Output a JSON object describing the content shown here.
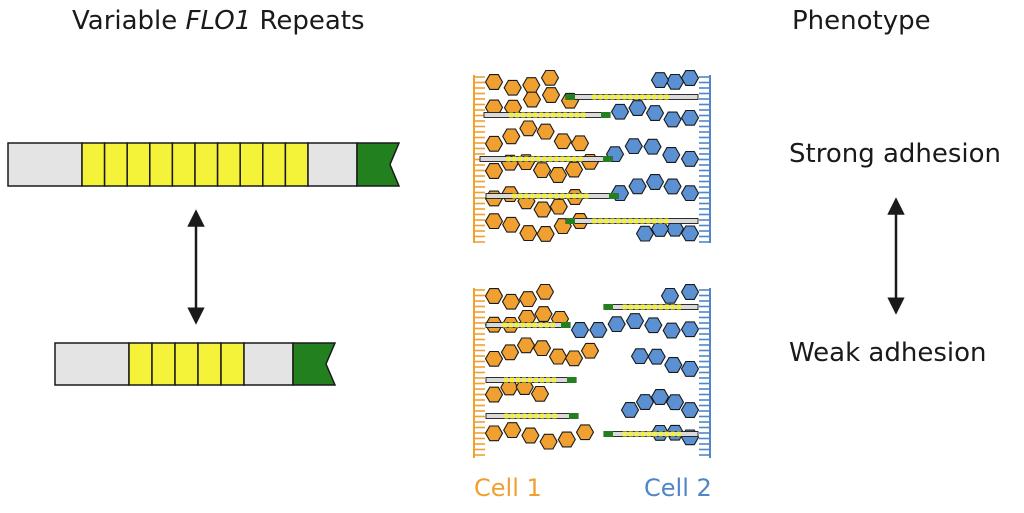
{
  "titles": {
    "left_prefix": "Variable ",
    "left_gene": "FLO1",
    "left_suffix": " Repeats",
    "right": "Phenotype"
  },
  "phenotypes": {
    "strong": "Strong adhesion",
    "weak": "Weak adhesion"
  },
  "cells": {
    "cell1": "Cell 1",
    "cell2": "Cell 2"
  },
  "genes": {
    "long_repeats": 10,
    "short_repeats": 5
  },
  "colors": {
    "gray": "#e4e4e4",
    "yellow": "#f5f23a",
    "green": "#23801f",
    "orange": "#f0a030",
    "blue": "#5b91d3",
    "outline": "#1a1a1a"
  }
}
